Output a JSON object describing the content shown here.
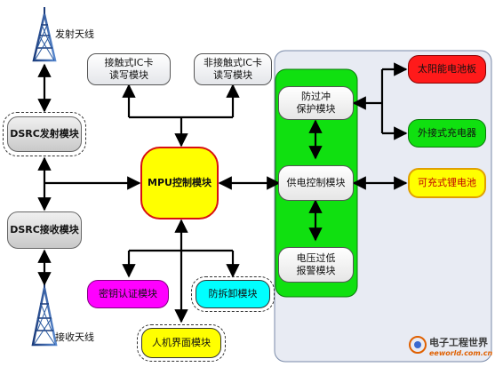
{
  "antennas": {
    "transmit_label": "发射天线",
    "receive_label": "接收天线"
  },
  "nodes": {
    "dsrc_tx": "DSRC发射模块",
    "dsrc_rx": "DSRC接收模块",
    "contact_ic": "接触式IC卡\n读写模块",
    "contactless_ic": "非接触式IC卡\n读写模块",
    "mpu": "MPU控制模块",
    "auth": "密钥认证模块",
    "hmi": "人机界面模块",
    "anti_tamper": "防拆卸模块",
    "overcharge": "防过冲\n保护模块",
    "power_ctrl": "供电控制模块",
    "low_voltage": "电压过低\n报警模块",
    "solar": "太阳能电池板",
    "ext_charger": "外接式充电器",
    "battery": "可充式锂电池"
  },
  "watermark": {
    "brand": "电子工程世界",
    "site": "eeworld.com.cn"
  },
  "colors": {
    "mpu_fill": "#ffff00",
    "mpu_border": "#d81010",
    "power_panel": "#10e010",
    "solar": "#ff1a1a",
    "charger": "#10e010",
    "battery": "#ffff00",
    "auth": "#ff00ff",
    "anti_tamper": "#00ffff",
    "hmi": "#ffff00"
  }
}
